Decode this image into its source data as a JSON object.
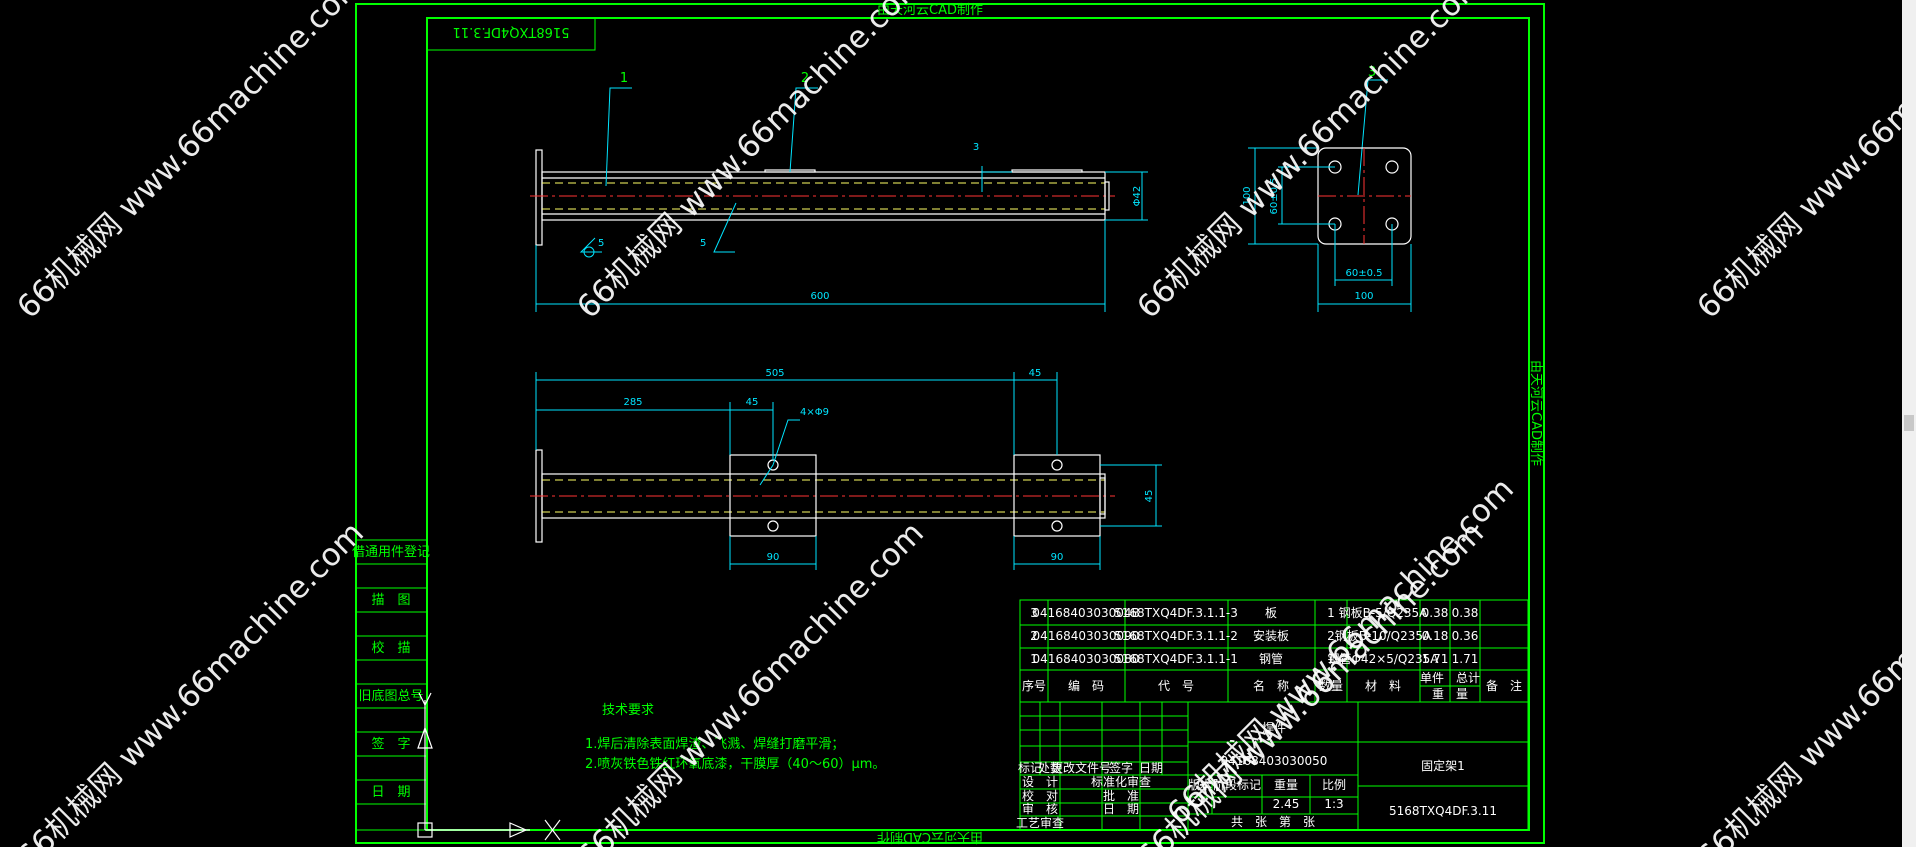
{
  "drawing": {
    "header_note": "由天河云CAD制作",
    "side_note": "由天河云CAD制作",
    "bottom_note": "由天河云CAD制作",
    "code_box": "5168TXQ4DF.3.11",
    "balloons": [
      "1",
      "2",
      "3"
    ],
    "dims": {
      "len_600": "600",
      "dia_42": "Φ42",
      "plate_h": "100",
      "plate_h2": "60±0.5",
      "plate_w": "100",
      "plate_w2": "60±0.5",
      "d505": "505",
      "d45a": "45",
      "d285": "285",
      "d45b": "45",
      "holes": "4×Φ9",
      "d90a": "90",
      "d90b": "90",
      "d45c": "45",
      "weld_a": "5",
      "weld_b": "5",
      "dim_3": "3"
    },
    "left_column": [
      "借通用件登记",
      "描　图",
      "校　描",
      "旧底图总号",
      "签　字",
      "日　期"
    ],
    "tech": {
      "title": "技术要求",
      "line1": "1.焊后清除表面焊渣、飞溅、焊缝打磨平滑；",
      "line2": "2.喷灰铁色铁红环氧底漆，干膜厚（40～60）μm。"
    },
    "bom": [
      {
        "no": "3",
        "code": "0416840303004B",
        "drawing": "5168TXQ4DF.3.1.1-3",
        "name": "板",
        "qty": "1",
        "material": "钢板B-5/Q235A",
        "unit": "0.38",
        "total": "0.38"
      },
      {
        "no": "2",
        "code": "04168403030090",
        "drawing": "5168TXQ4DF.3.1.1-2",
        "name": "安装板",
        "qty": "2",
        "material": "钢板B-10/Q235A",
        "unit": "0.18",
        "total": "0.36"
      },
      {
        "no": "1",
        "code": "04168403030080",
        "drawing": "5168TXQ4DF.3.1.1-1",
        "name": "钢管",
        "qty": "1",
        "material": "钢管Φ42×5/Q235A",
        "unit": "1.71",
        "total": "1.71"
      }
    ],
    "bom_header": {
      "no": "序号",
      "code": "编　码",
      "drawing": "代　号",
      "name": "名　称",
      "qty": "数量",
      "material": "材　料",
      "unit_total": "单件　总计",
      "weight": "重　量",
      "remark": "备　注"
    },
    "title_block": {
      "part_type": "焊件",
      "part_code": "04168403030050",
      "part_name": "固定架1",
      "drawing_no": "5168TXQ4DF.3.11",
      "weight": "2.45",
      "scale": "1:3",
      "rows": [
        "标记",
        "处数",
        "更改文件号",
        "签字",
        "日期"
      ],
      "roles": [
        "设　计",
        "校　对",
        "审　核",
        "工艺审查"
      ],
      "roles2": [
        "标准化审查",
        "批　准",
        "日　期"
      ],
      "cols": [
        "版本",
        "阶段标记",
        "重量",
        "比例"
      ],
      "sheet": "共　张　第　张"
    },
    "watermarks": [
      "66机械网 www.66machine.com",
      "66机械网 www.66machine.com",
      "66机械网 www.66machine.com",
      "66机械网 www.66machine.com",
      "66机械网 www.66machine.com",
      "66机械网 www.66machine.com",
      "66机械网 www.66machine.com",
      "66机械网 www.66machine.com",
      "66机械网 www.66machine.com"
    ]
  }
}
